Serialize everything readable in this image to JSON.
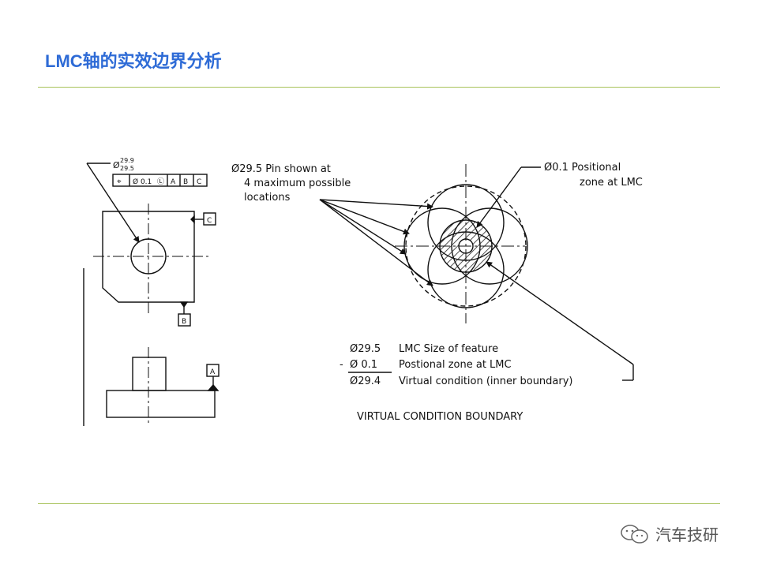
{
  "slide": {
    "title": "LMC轴的实效边界分析"
  },
  "drawing": {
    "dims": {
      "upper": "29.9",
      "lower": "29.5",
      "dia": "Ø"
    },
    "fcf": {
      "symbol": "⌖",
      "tolerance": "Ø 0.1",
      "modifier": "Ⓛ",
      "datum1": "A",
      "datum2": "B",
      "datum3": "C"
    },
    "datums": {
      "c": "C",
      "b": "B",
      "a": "A"
    },
    "pin_note": {
      "line1": "Ø29.5 Pin shown at",
      "line2": "4 maximum possible",
      "line3": "locations"
    },
    "zone_note": {
      "line1": "Ø0.1 Positional",
      "line2": "zone at LMC"
    },
    "calc": [
      {
        "prefix": "",
        "value": "Ø29.5",
        "label": "LMC Size of feature"
      },
      {
        "prefix": "-",
        "value": "Ø 0.1",
        "label": "Postional zone at LMC"
      },
      {
        "prefix": "",
        "value": "Ø29.4",
        "label": "Virtual condition (inner boundary)"
      }
    ],
    "caption": "VIRTUAL CONDITION BOUNDARY"
  },
  "watermark": {
    "text": "汽车技研",
    "icon": "wechat-icon"
  }
}
